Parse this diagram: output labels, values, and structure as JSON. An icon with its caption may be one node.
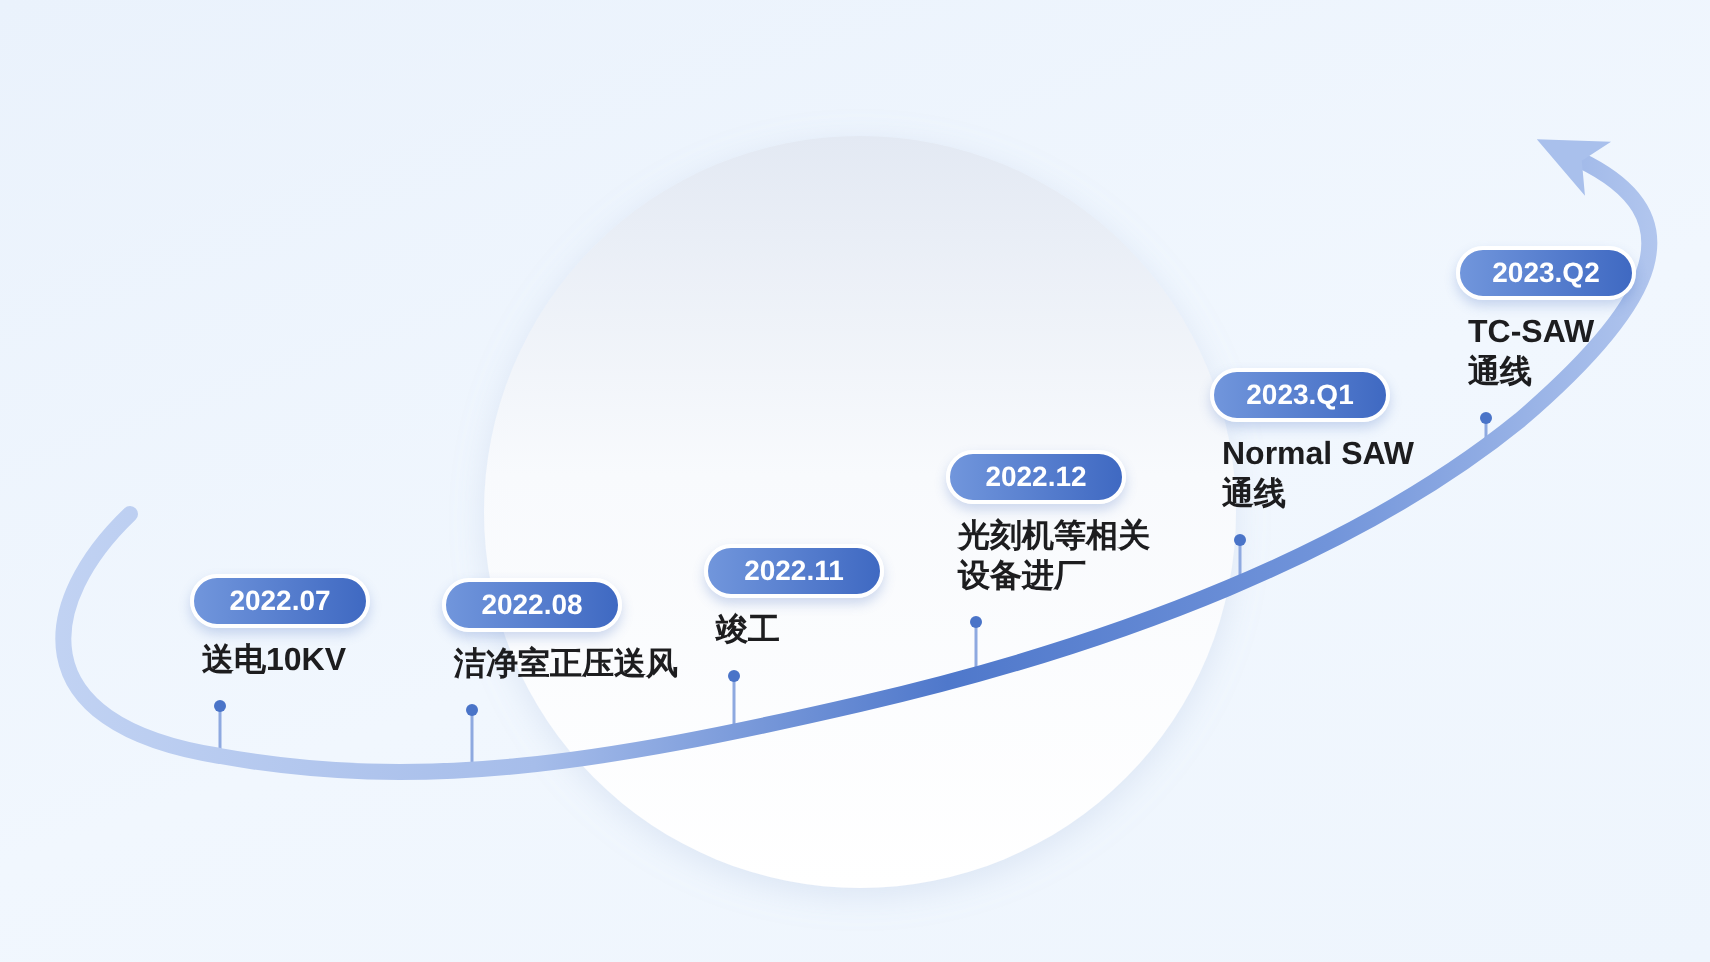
{
  "diagram": {
    "nodes": [
      {
        "text": [
          "2022.07"
        ],
        "beside": [
          "送电10KV"
        ]
      },
      {
        "text": [
          "2022.08"
        ],
        "beside": [
          "洁净室正压送风"
        ]
      },
      {
        "text": [
          "2022.11"
        ],
        "beside": [
          "竣工"
        ]
      },
      {
        "text": [
          "2022.12"
        ],
        "beside": [
          "光刻机等相关设备进厂"
        ]
      },
      {
        "text": [
          "2023.Q1"
        ],
        "beside": [
          "Normal SAW 通线"
        ]
      },
      {
        "text": [
          "2023.Q2"
        ],
        "beside": [
          "TC-SAW 通线"
        ]
      }
    ],
    "edges": [
      {
        "from": 0,
        "to": null,
        "arrow": "other"
      },
      {
        "from": 1,
        "to": null,
        "arrow": "other"
      },
      {
        "from": 2,
        "to": null,
        "arrow": "other"
      },
      {
        "from": 3,
        "to": null,
        "arrow": "other"
      },
      {
        "from": 4,
        "to": null,
        "arrow": "other"
      },
      {
        "from": 5,
        "to": null,
        "arrow": "other"
      }
    ]
  }
}
